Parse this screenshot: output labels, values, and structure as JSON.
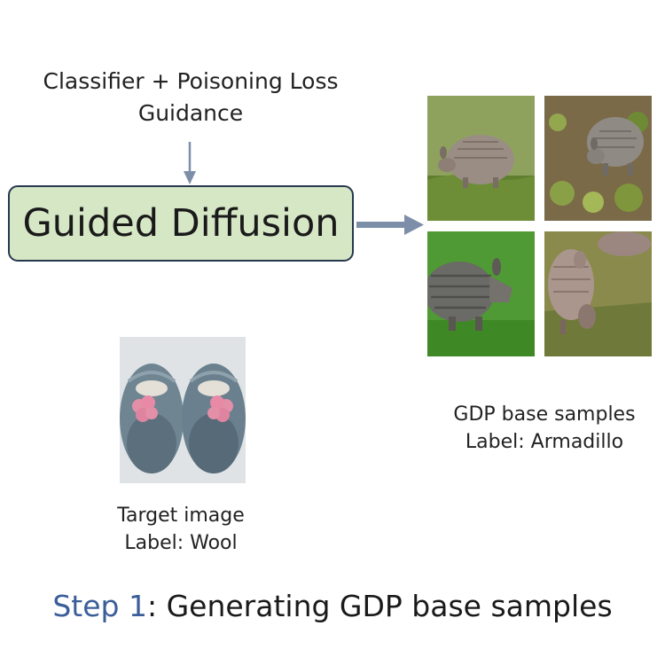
{
  "guidance": {
    "line1": "Classifier + Poisoning Loss",
    "line2": "Guidance"
  },
  "diffusion_box": {
    "label": "Guided Diffusion"
  },
  "base_samples": {
    "images": [
      {
        "subject": "armadillo"
      },
      {
        "subject": "armadillo"
      },
      {
        "subject": "armadillo"
      },
      {
        "subject": "armadillo"
      }
    ],
    "caption_line1": "GDP base samples",
    "caption_line2": "Label: Armadillo"
  },
  "target": {
    "subject": "wool baby shoes",
    "caption_line1": "Target image",
    "caption_line2": "Label: Wool"
  },
  "step": {
    "prefix": "Step 1",
    "suffix": ": Generating GDP base samples"
  },
  "colors": {
    "box_fill": "#d6e7c6",
    "box_border": "#26384e",
    "arrow": "#7d8fa8",
    "step_accent": "#3b5e99"
  }
}
